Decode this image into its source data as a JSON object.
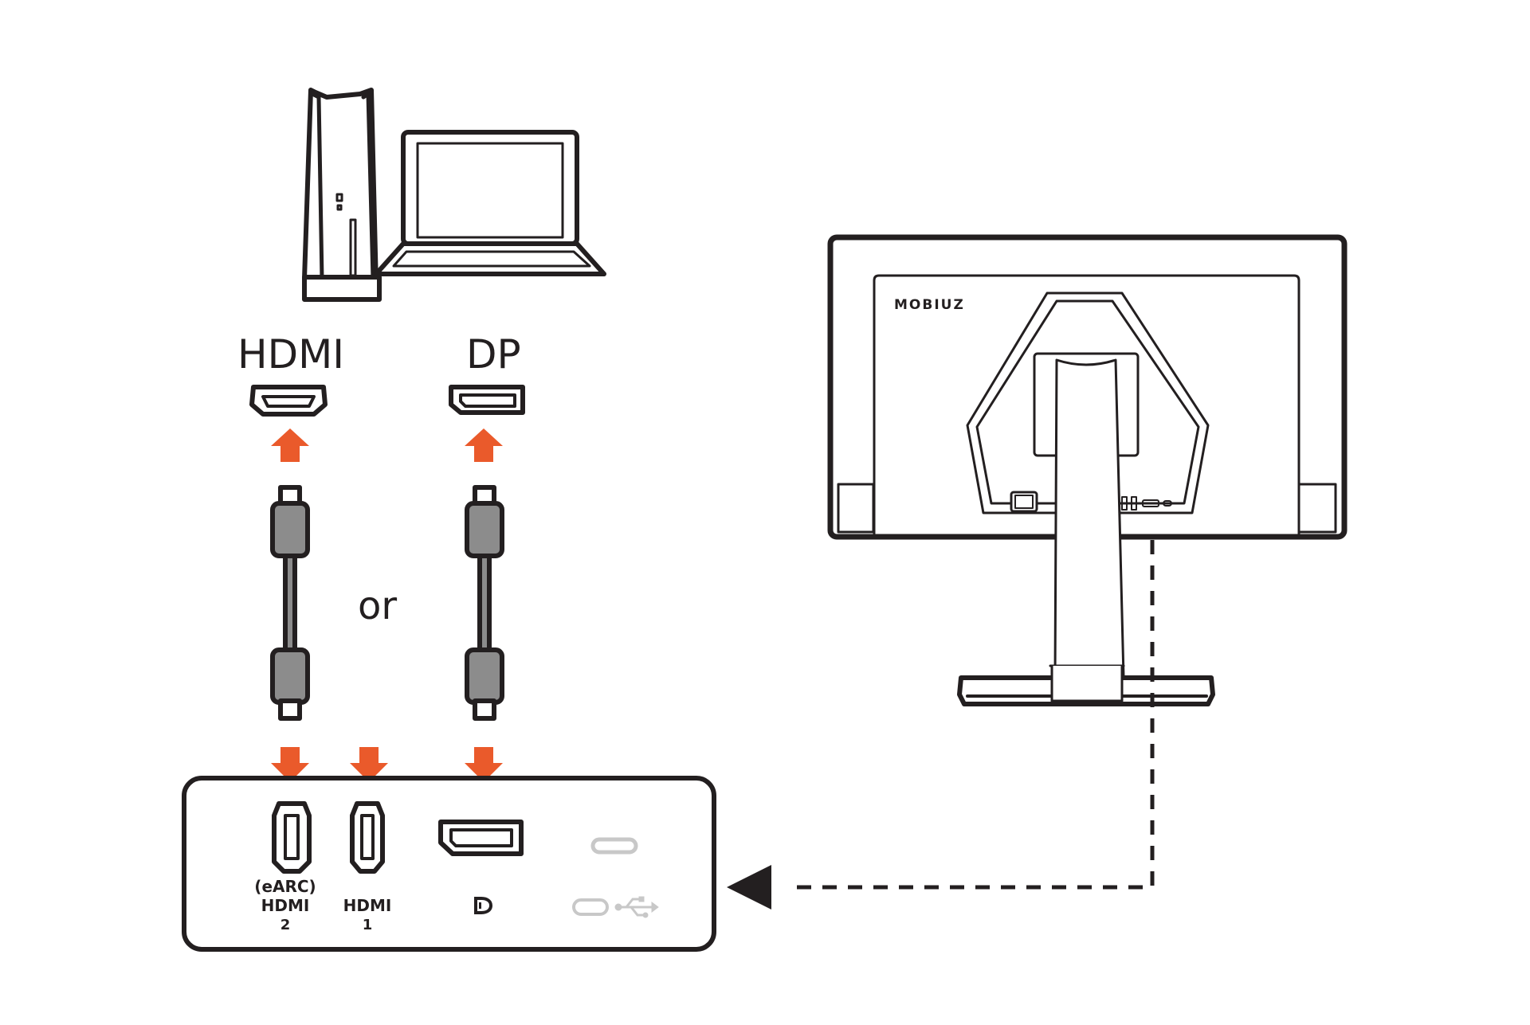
{
  "labels": {
    "hdmi_cable": "HDMI",
    "dp_cable": "DP",
    "or": "or",
    "brand": "MOBIUZ"
  },
  "ports": {
    "hdmi2_earc": "(eARC)",
    "hdmi2_logo": "HDMI",
    "hdmi2_number": "2",
    "hdmi1_logo": "HDMI",
    "hdmi1_number": "1",
    "dp_logo": "D"
  },
  "icons": [
    "game-console-icon",
    "laptop-icon",
    "hdmi-connector-icon",
    "displayport-connector-icon",
    "cable-icon",
    "monitor-back-icon",
    "usb-c-port-icon",
    "usb-icon",
    "displayport-logo-icon"
  ],
  "colors": {
    "arrow": "#ea5a2b",
    "line": "#231f20",
    "disabled_port": "#c8c8c8",
    "cable_fill": "#8c8c8c"
  }
}
